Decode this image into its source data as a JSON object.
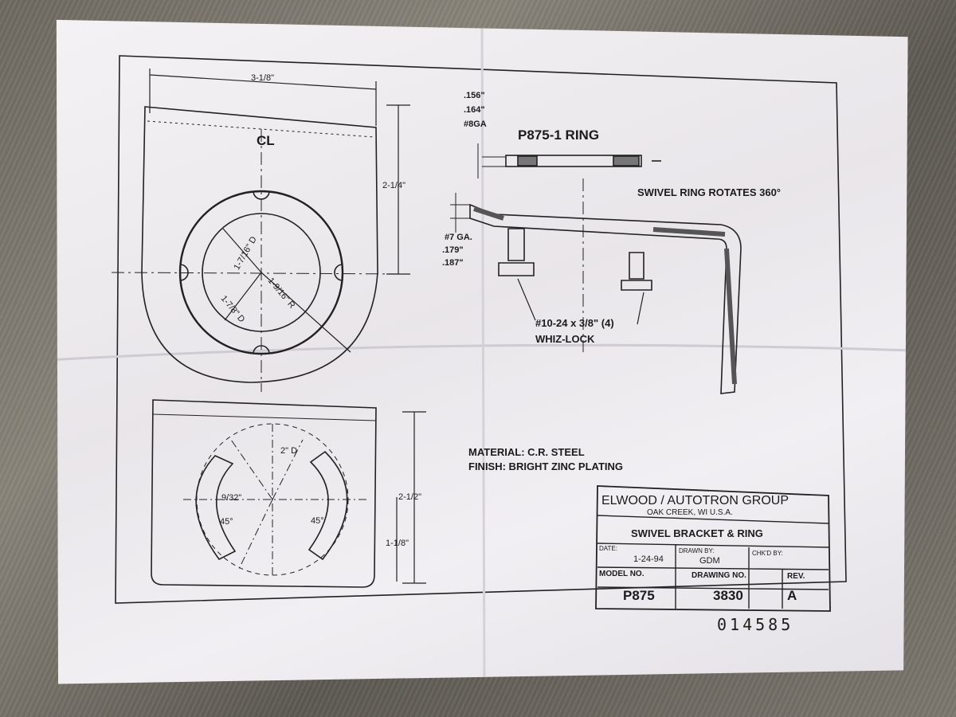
{
  "drawing": {
    "dim_top_width": "3-1/8\"",
    "centerline": "CL",
    "dim_height_upper": "2-1/4\"",
    "hole_d1": "1-7/16\" D",
    "hole_d2": "1-7/8\" D",
    "hole_radius": "1-9/16\" R",
    "ring_title": "P875-1 RING",
    "ring_thk_1": ".156\"",
    "ring_thk_2": ".164\"",
    "ring_gauge": "#8GA",
    "swivel_note": "SWIVEL RING ROTATES 360°",
    "bracket_gauge": "#7 GA.",
    "bracket_thk_1": ".179\"",
    "bracket_thk_2": ".187\"",
    "screw_spec": "#10-24 x 3/8\" (4)",
    "screw_type": "WHIZ-LOCK",
    "slot_d": "2\" D",
    "slot_width": "9/32\"",
    "angle_left": "45°",
    "angle_right": "45°",
    "dim_height_lower": "2-1/2\"",
    "dim_height_small": "1-1/8\"",
    "material": "MATERIAL: C.R. STEEL",
    "finish": "FINISH: BRIGHT ZINC PLATING"
  },
  "title_block": {
    "company": "ELWOOD / AUTOTRON GROUP",
    "location": "OAK CREEK, WI U.S.A.",
    "part_name": "SWIVEL BRACKET & RING",
    "date_label": "DATE:",
    "date": "1-24-94",
    "drawn_by_label": "DRAWN BY:",
    "drawn_by": "GDM",
    "checked_by_label": "CHK'D BY:",
    "model_label": "MODEL NO.",
    "model": "P875",
    "drawing_label": "DRAWING NO.",
    "drawing_no": "3830",
    "rev_label": "REV.",
    "rev": "A",
    "serial": "014585"
  },
  "colors": {
    "paper": "#efedf0",
    "ink": "#1b1b1b",
    "background": "#76716a"
  }
}
